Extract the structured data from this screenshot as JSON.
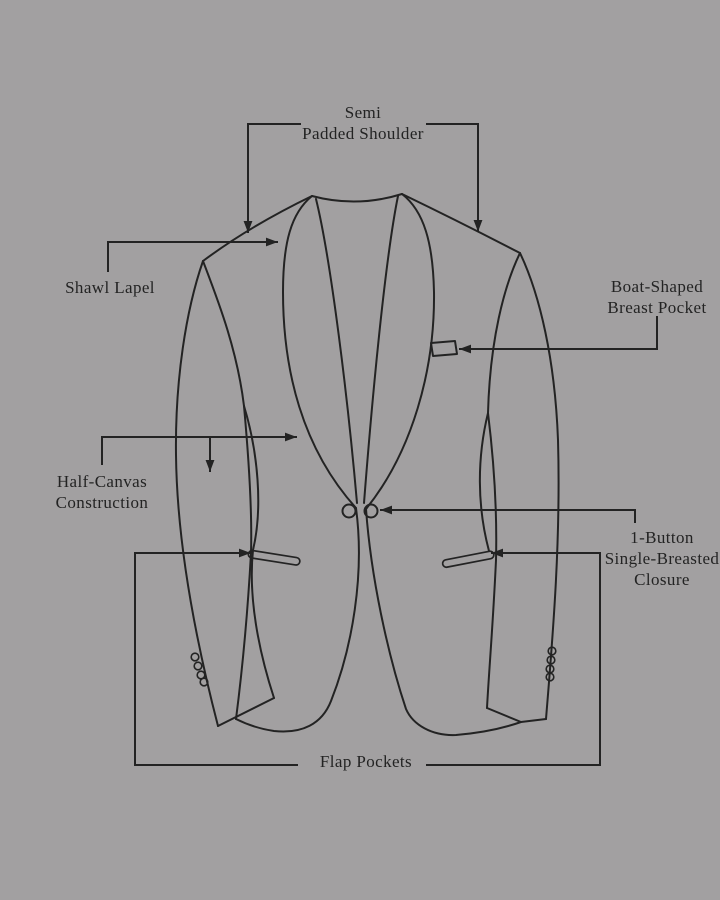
{
  "colors": {
    "background": "#a2a0a1",
    "ink": "#232323"
  },
  "labels": {
    "shoulder": {
      "line1": "Semi",
      "line2": "Padded Shoulder"
    },
    "lapel": {
      "text": "Shawl Lapel"
    },
    "breast_pocket": {
      "line1": "Boat-Shaped",
      "line2": "Breast Pocket"
    },
    "canvas": {
      "line1": "Half-Canvas",
      "line2": "Construction"
    },
    "closure": {
      "line1": "1-Button",
      "line2": "Single-Breasted",
      "line3": "Closure"
    },
    "pockets": {
      "text": "Flap Pockets"
    }
  }
}
